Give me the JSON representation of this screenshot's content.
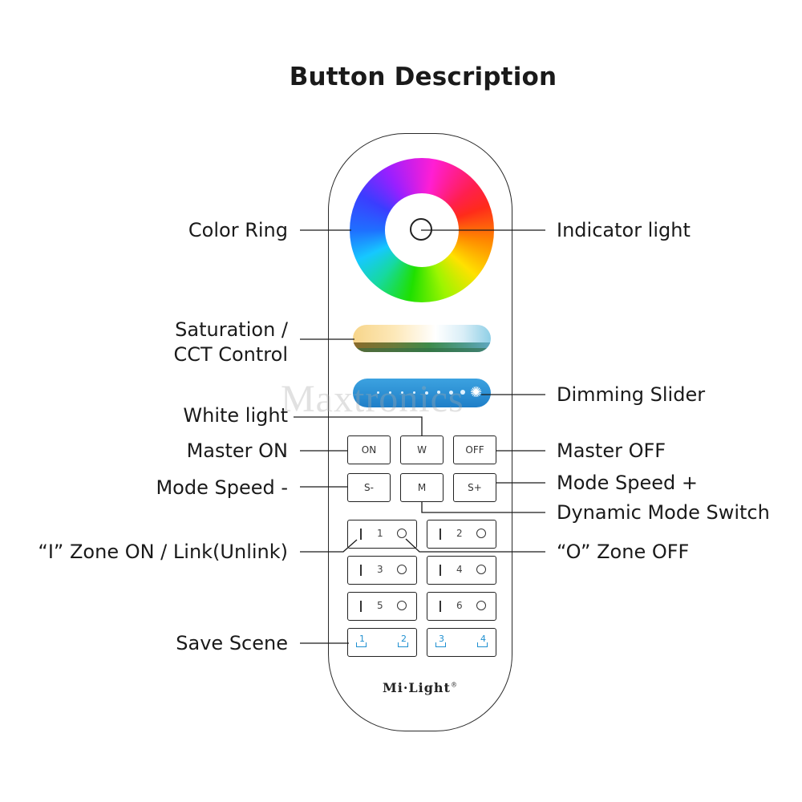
{
  "title": "Button Description",
  "labels": {
    "color_ring": "Color Ring",
    "indicator_light": "Indicator light",
    "saturation_line1": "Saturation /",
    "saturation_line2": "CCT Control",
    "dimming_slider": "Dimming Slider",
    "white_light": "White light",
    "master_on": "Master ON",
    "master_off": "Master OFF",
    "mode_speed_minus": "Mode Speed -",
    "mode_speed_plus": "Mode Speed +",
    "dynamic_mode_switch": "Dynamic Mode Switch",
    "zone_on_link": "“I” Zone ON / Link(Unlink)",
    "zone_off": "“O” Zone OFF",
    "save_scene": "Save Scene"
  },
  "buttons": {
    "on": "ON",
    "w": "W",
    "off": "OFF",
    "s_minus": "S-",
    "m": "M",
    "s_plus": "S+"
  },
  "zones": [
    {
      "num": "1"
    },
    {
      "num": "2"
    },
    {
      "num": "3"
    },
    {
      "num": "4"
    },
    {
      "num": "5"
    },
    {
      "num": "6"
    }
  ],
  "scenes": [
    "1",
    "2",
    "3",
    "4"
  ],
  "brand": "Mi·Light",
  "brand_mark": "®",
  "watermark": "Maxtronics",
  "colors": {
    "slider_blue": "#1f7fc8",
    "scene_blue": "#1e8fd0"
  }
}
